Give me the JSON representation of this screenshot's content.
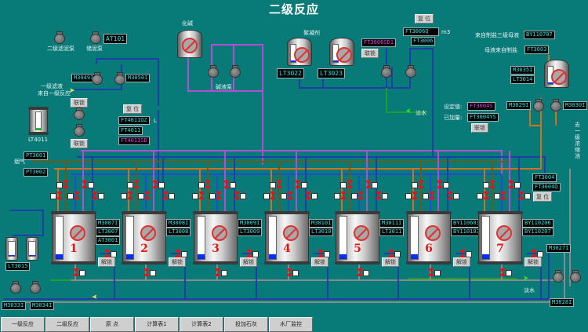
{
  "title": "二级反应",
  "labels": {
    "sludge_pump": "二级滤泥泵",
    "dosing_pump": "储泥泵",
    "primary_from_1": "一级滤液",
    "primary_from_2": "来自一级反应",
    "alkali": "化碱",
    "alkali_pump": "碱液泵",
    "flocculant": "絮凝剂",
    "flue_gas": "烟气",
    "setpoint": "设定值:",
    "added": "已加量:",
    "clear_water_1": "淡水",
    "clear_water_2": "淡水",
    "from_salt_mother": "来自制盐三级母液",
    "mother_from_salt": "母液来自制盐",
    "to_primary_thickener": "去一级浓缩池",
    "unit_l": "L",
    "unit_m3": "m3"
  },
  "tags": {
    "at101": "AT101",
    "m3049": "M3049I",
    "m3050": "M3050I",
    "lt4011": "LT4011",
    "ft4011qz": "FT4011QZ",
    "ft4011": "FT4011",
    "ft4011sd": "FT4011SD",
    "pt3001": "PT3001",
    "pt3002": "PT3002",
    "lt3022": "LT3022",
    "lt3023": "LT3023",
    "ft3006sd": "FT3006SD1",
    "ft3006q": "FT3006Q",
    "ft3006": "FT3006",
    "by110707": "BY110707",
    "ft3003": "FT3003",
    "m3035": "M3035I",
    "lt3014": "LT3014",
    "m3029": "M3029I",
    "m3030": "M3030I",
    "ft3004s": "FT3004S",
    "ft3004y": "FT3004YS",
    "ft3004": "FT3004",
    "ft3004q": "FT3004Q",
    "lt3015": "LT3015",
    "m3033": "M3033I",
    "m3034": "M3034I",
    "m3027": "M3027I",
    "m3028": "M3028I"
  },
  "buttons": {
    "interlock": "联锁",
    "reset": "复 位",
    "unlock": "解锁"
  },
  "tanks": [
    {
      "num": "1",
      "level": 0.12,
      "tags": [
        "M3007I",
        "LT3007",
        "AT3001"
      ]
    },
    {
      "num": "2",
      "level": 0.12,
      "tags": [
        "M3008I",
        "LT3008"
      ]
    },
    {
      "num": "3",
      "level": 0.12,
      "tags": [
        "M3009I",
        "LT3009"
      ]
    },
    {
      "num": "4",
      "level": 0.12,
      "tags": [
        "M3010I",
        "LT3010"
      ]
    },
    {
      "num": "5",
      "level": 0.12,
      "tags": [
        "M3011I",
        "LT3011"
      ]
    },
    {
      "num": "6",
      "level": 0.12,
      "tags": [
        "BY110603",
        "BY110103"
      ]
    },
    {
      "num": "7",
      "level": 0.12,
      "tags": [
        "BY110206",
        "BY110207"
      ]
    }
  ],
  "levels": {
    "lt4011": 0.1,
    "lt3022": 0.08,
    "lt3023": 0.08,
    "lt3014": 0.08,
    "lt3015_a": 0.08,
    "lt3015_b": 0.08
  },
  "tabs": [
    "一级反应",
    "二级反应",
    "原 点",
    "计算表1",
    "计算表2",
    "投加石灰",
    "水厂监控"
  ]
}
